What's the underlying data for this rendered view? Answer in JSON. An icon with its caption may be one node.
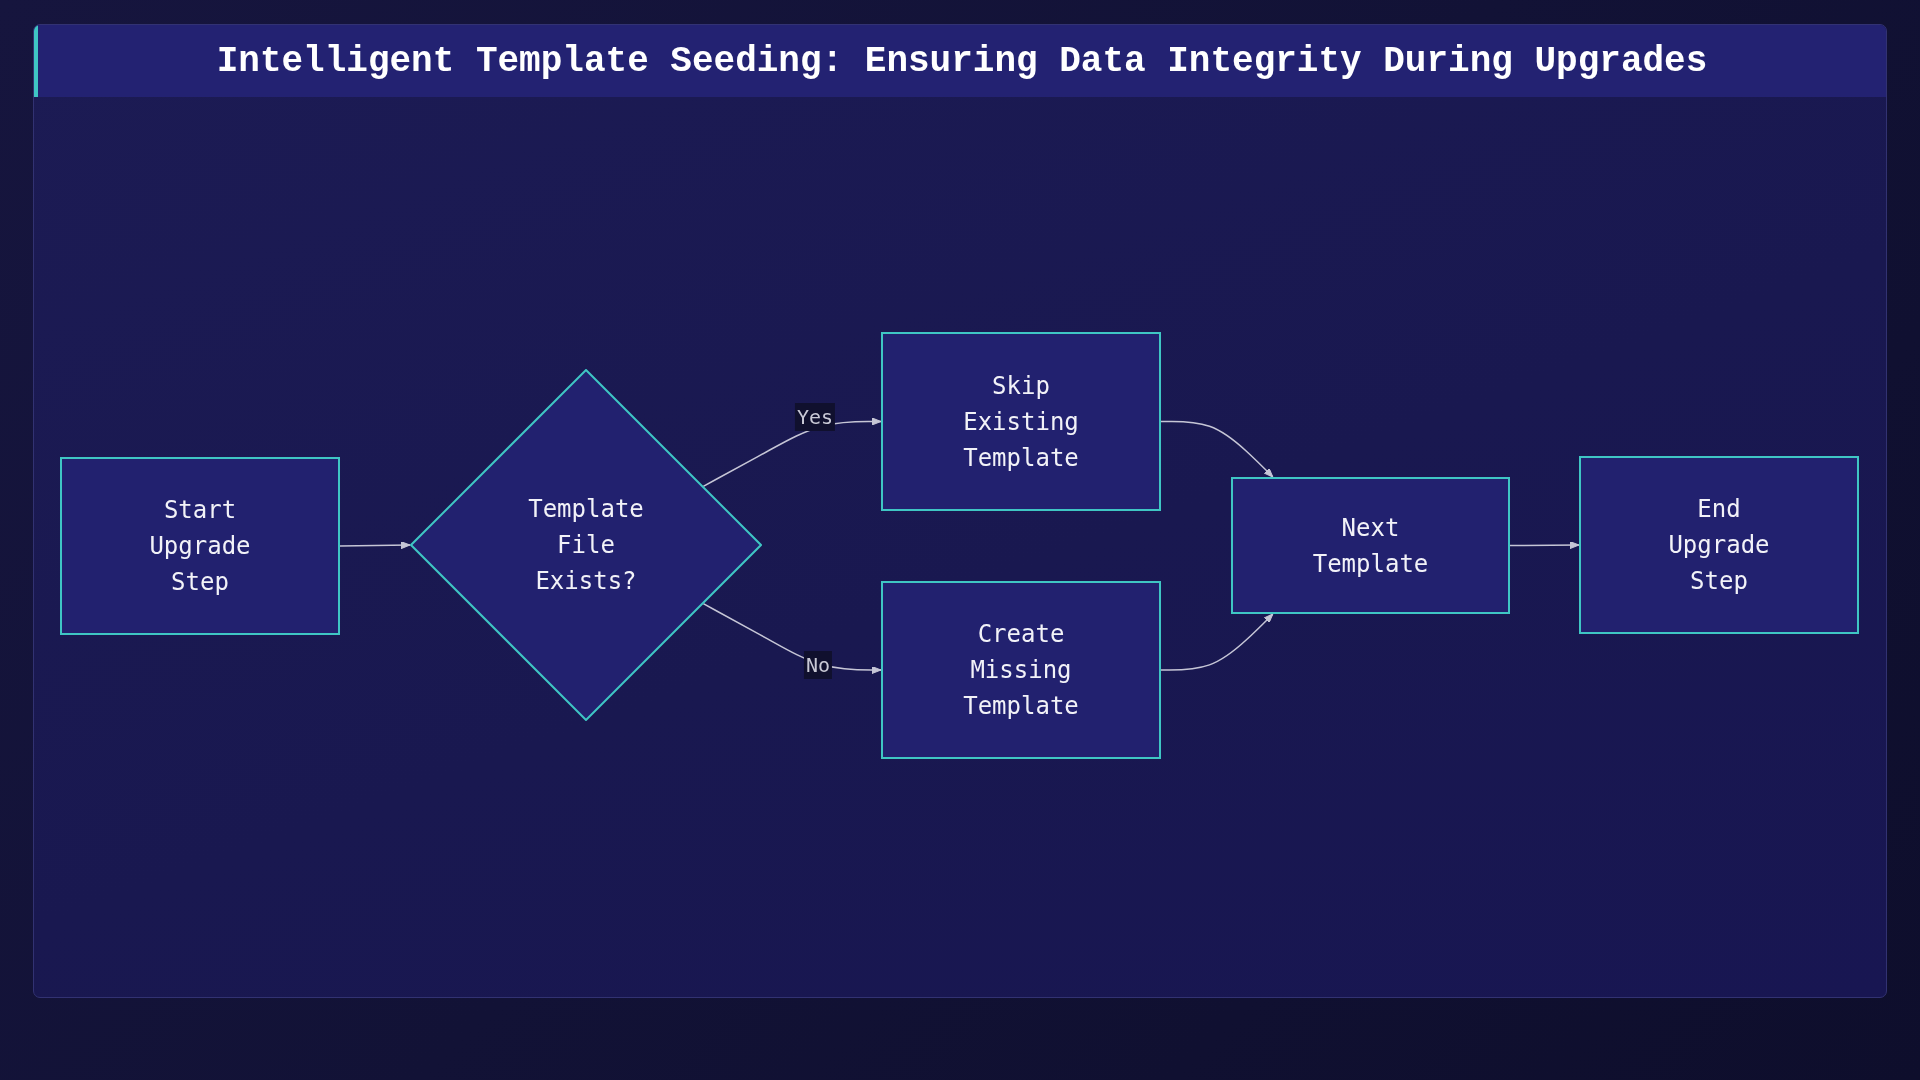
{
  "diagram": {
    "title": "Intelligent Template Seeding: Ensuring Data Integrity During Upgrades",
    "nodes": [
      {
        "text": [
          "Start Upgrade Step"
        ]
      },
      {
        "text": [
          "Template File Exists?"
        ]
      },
      {
        "text": [
          "Skip Existing Template"
        ]
      },
      {
        "text": [
          "Create Missing Template"
        ]
      },
      {
        "text": [
          "Next Template"
        ]
      },
      {
        "text": [
          "End Upgrade Step"
        ]
      }
    ],
    "edges": [
      {
        "from": 0,
        "to": 1,
        "arrow": "to"
      },
      {
        "from": 1,
        "to": 2,
        "arrow": "to",
        "label": "Yes"
      },
      {
        "from": 1,
        "to": 3,
        "arrow": "to",
        "label": "No"
      },
      {
        "from": 2,
        "to": 4,
        "arrow": "to"
      },
      {
        "from": 3,
        "to": 4,
        "arrow": "to"
      },
      {
        "from": 4,
        "to": 5,
        "arrow": "to"
      }
    ]
  }
}
